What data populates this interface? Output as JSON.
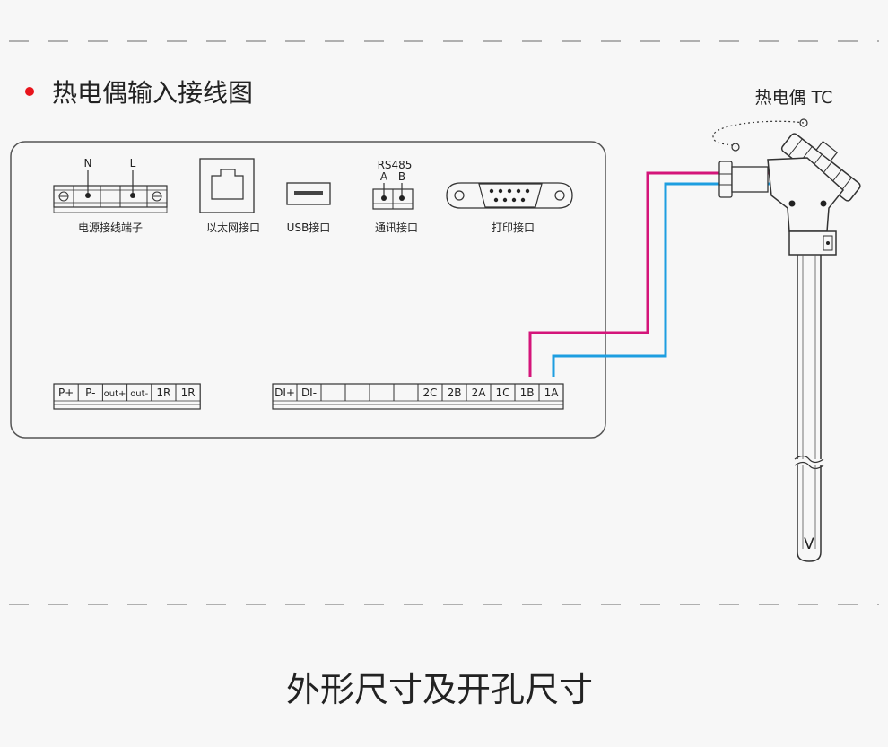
{
  "heading": "热电偶输入接线图",
  "bottom_title": "外形尺寸及开孔尺寸",
  "sensor_label": "热电偶 TC",
  "sensor_symbol": "V",
  "power": {
    "n_label": "N",
    "l_label": "L",
    "caption": "电源接线端子"
  },
  "ethernet": {
    "caption": "以太网接口"
  },
  "usb": {
    "caption": "USB接口"
  },
  "comm": {
    "rs_label": "RS485",
    "a_label": "A",
    "b_label": "B",
    "caption": "通讯接口"
  },
  "printer": {
    "caption": "打印接口"
  },
  "left_terminals": [
    "P+",
    "P-",
    "out+",
    "out-",
    "1R",
    "1R"
  ],
  "right_terminals": [
    "DI+",
    "DI-",
    "",
    "",
    "",
    "",
    "2C",
    "2B",
    "2A",
    "1C",
    "1B",
    "1A"
  ],
  "colors": {
    "bullet": "#e8141c",
    "wire_red": "#d4157a",
    "wire_blue": "#1e9ee0",
    "line": "#333333",
    "dash": "#888888"
  }
}
